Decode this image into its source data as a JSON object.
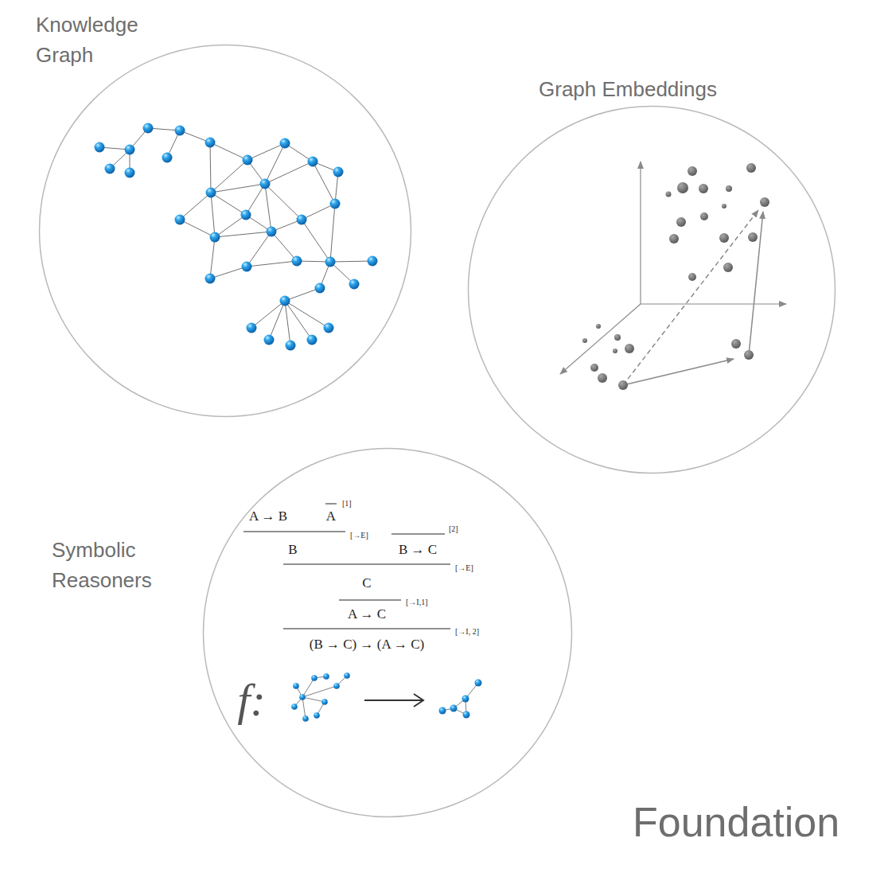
{
  "diagram": {
    "nodes": [
      {
        "text": [
          "Knowledge Graph"
        ]
      },
      {
        "text": [
          "Graph Embeddings"
        ]
      },
      {
        "text": [
          "Symbolic Reasoners",
          "A → B",
          "A",
          "[1]",
          "[→E]",
          "B",
          "[2]",
          "B → C",
          "[→E]",
          "C",
          "[→I,1]",
          "A → C",
          "[→I, 2]",
          "(B → C) → (A → C)",
          "f:"
        ]
      }
    ],
    "labels": [
      "Foundation"
    ]
  }
}
